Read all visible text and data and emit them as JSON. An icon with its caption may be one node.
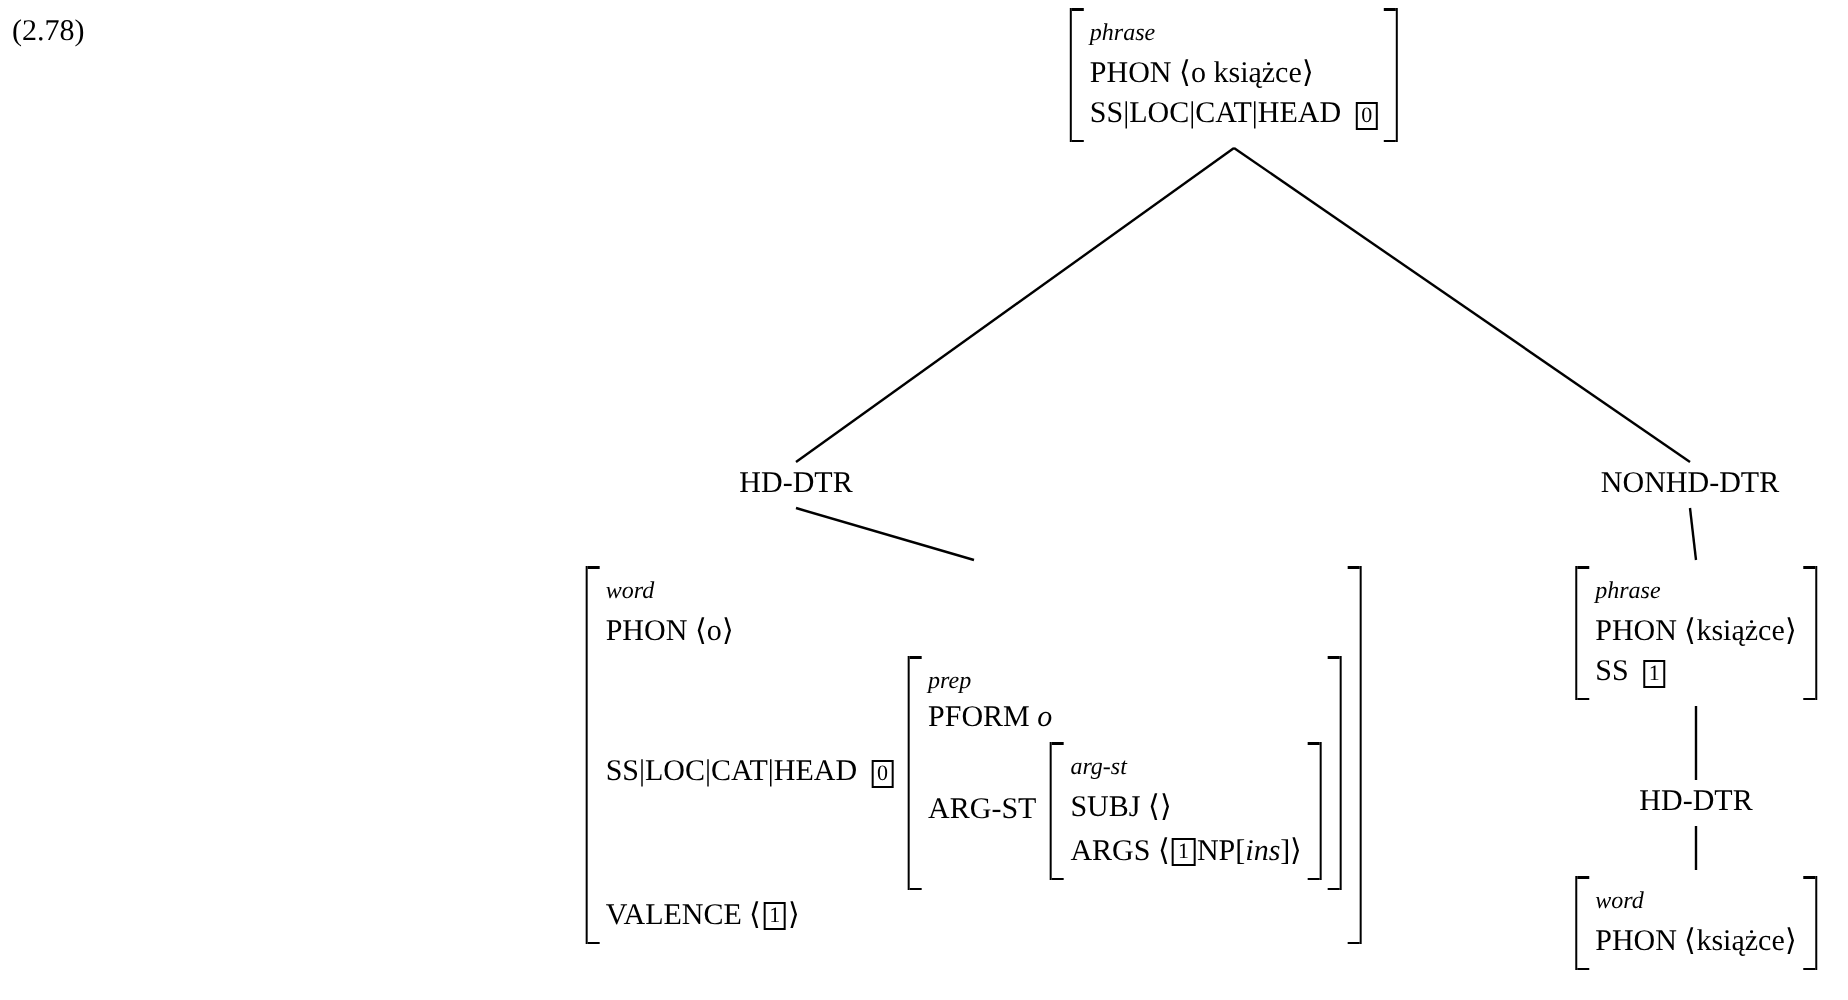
{
  "diagram": {
    "nodes": [
      {
        "text": [
          "phrase",
          "PHON ⟨o książce⟩",
          "SS|LOC|CAT|HEAD"
        ]
      },
      {
        "text": [
          "0"
        ],
        "in": 0
      },
      {
        "text": [
          "HD-DTR"
        ]
      },
      {
        "text": [
          "NONHD-DTR"
        ]
      },
      {
        "text": [
          "word",
          "PHON ⟨o⟩",
          "SS|LOC|CAT|HEAD",
          "VALENCE ⟨",
          "⟩"
        ]
      },
      {
        "text": [
          "0"
        ],
        "in": 4
      },
      {
        "text": [
          "prep",
          "PFORM *o*",
          "ARG-ST"
        ],
        "in": 4
      },
      {
        "text": [
          "arg-st",
          "SUBJ ⟨⟩",
          "ARGS ⟨",
          "NP[*ins*]⟩"
        ],
        "in": 6
      },
      {
        "text": [
          "1"
        ],
        "in": 7
      },
      {
        "text": [
          "1"
        ],
        "in": 4
      },
      {
        "text": [
          "phrase",
          "PHON ⟨książce⟩",
          "SS"
        ]
      },
      {
        "text": [
          "1"
        ],
        "in": 10
      },
      {
        "text": [
          "HD-DTR"
        ]
      },
      {
        "text": [
          "word",
          "PHON ⟨książce⟩"
        ]
      }
    ],
    "edges": [
      {
        "from": 0,
        "to": 2,
        "arrow": "none"
      },
      {
        "from": 0,
        "to": 3,
        "arrow": "none"
      },
      {
        "from": 2,
        "to": 4,
        "arrow": "none"
      },
      {
        "from": 3,
        "to": 10,
        "arrow": "none"
      },
      {
        "from": 10,
        "to": 12,
        "arrow": "none"
      },
      {
        "from": 12,
        "to": 13,
        "arrow": "none"
      }
    ],
    "labels": [
      "(2.78)"
    ]
  }
}
